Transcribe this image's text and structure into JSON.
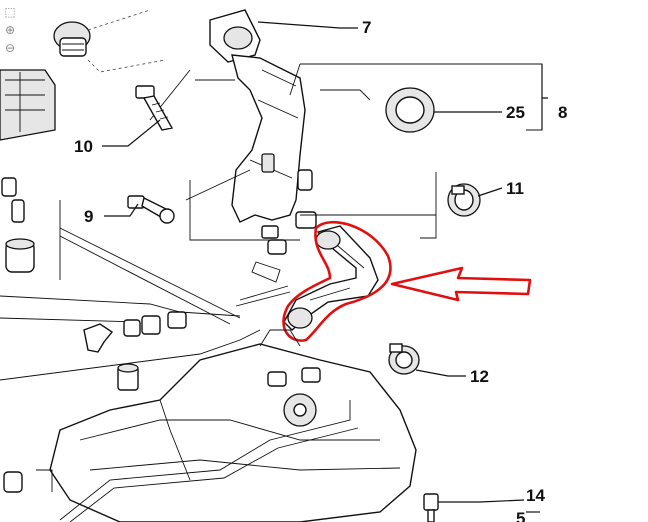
{
  "viewer": {
    "tools": [
      {
        "name": "fit-icon",
        "glyph": "⬚"
      },
      {
        "name": "zoom-in-icon",
        "glyph": "⊕"
      },
      {
        "name": "zoom-out-icon",
        "glyph": "⊖"
      }
    ]
  },
  "callouts": {
    "c7": "7",
    "c8": "8",
    "c25": "25",
    "c10": "10",
    "c9": "9",
    "c11": "11",
    "c12": "12",
    "c14": "14",
    "c5": "5"
  },
  "colors": {
    "line": "#111111",
    "highlight": "#e01010",
    "shade": "#e6e6e6"
  }
}
